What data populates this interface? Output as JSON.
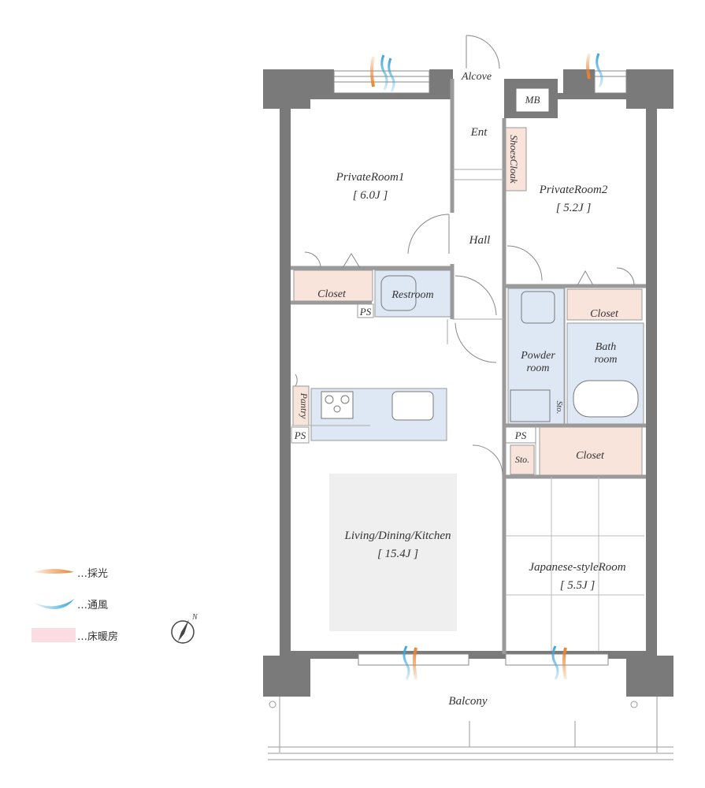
{
  "rooms": {
    "alcove": "Alcove",
    "mb": "MB",
    "ent": "Ent",
    "shoes_cloak": "ShoesCloak",
    "private_room_1": "PrivateRoom1",
    "private_room_1_size": "[ 6.0J ]",
    "private_room_2": "PrivateRoom2",
    "private_room_2_size": "[ 5.2J ]",
    "hall": "Hall",
    "closet_1": "Closet",
    "restroom": "Restroom",
    "ps_1": "PS",
    "closet_2": "Closet",
    "powder_room_line1": "Powder",
    "powder_room_line2": "room",
    "bath_room_line1": "Bath",
    "bath_room_line2": "room",
    "sto_1": "Sto.",
    "pantry": "Pantry",
    "ps_2": "PS",
    "ps_3": "PS",
    "sto_2": "Sto.",
    "closet_3": "Closet",
    "ldk": "Living/Dining/Kitchen",
    "ldk_size": "[ 15.4J ]",
    "japanese_room": "Japanese-styleRoom",
    "japanese_room_size": "[ 5.5J ]",
    "balcony": "Balcony"
  },
  "legend": {
    "daylight": "…採光",
    "ventilation": "…通風",
    "floor_heating": "…床暖房"
  },
  "compass_label": "N",
  "colors": {
    "wall": "#7a7a7a",
    "closet_fill": "#f8e4db",
    "wet_area_fill": "#dde8f4",
    "ldk_floor": "#efefef",
    "daylight_arrow": "#e8842f",
    "ventilation_arrow": "#3aa6dd",
    "floor_heating_swatch": "#fbdce3"
  }
}
